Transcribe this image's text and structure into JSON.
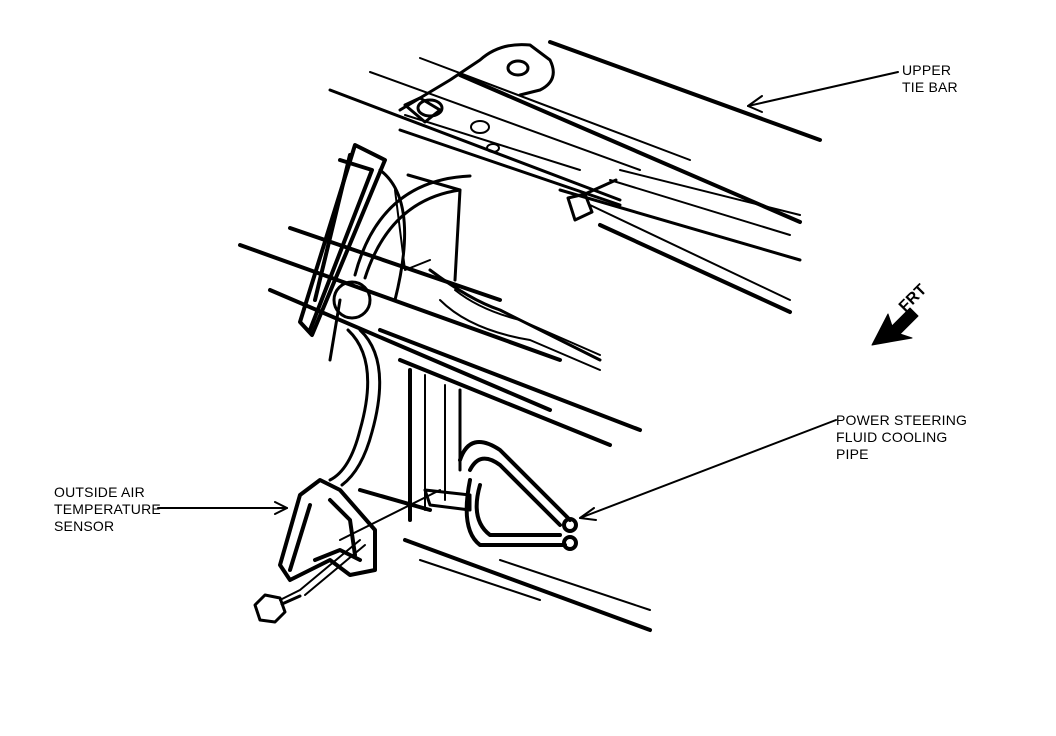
{
  "labels": {
    "upper_tie_bar": [
      "UPPER",
      "TIE BAR"
    ],
    "power_steering": [
      "POWER STEERING",
      "FLUID COOLING",
      "PIPE"
    ],
    "outside_air_sensor": [
      "OUTSIDE AIR",
      "TEMPERATURE",
      "SENSOR"
    ],
    "front_direction": "FRT"
  },
  "colors": {
    "ink": "#000000",
    "paper": "#ffffff"
  }
}
